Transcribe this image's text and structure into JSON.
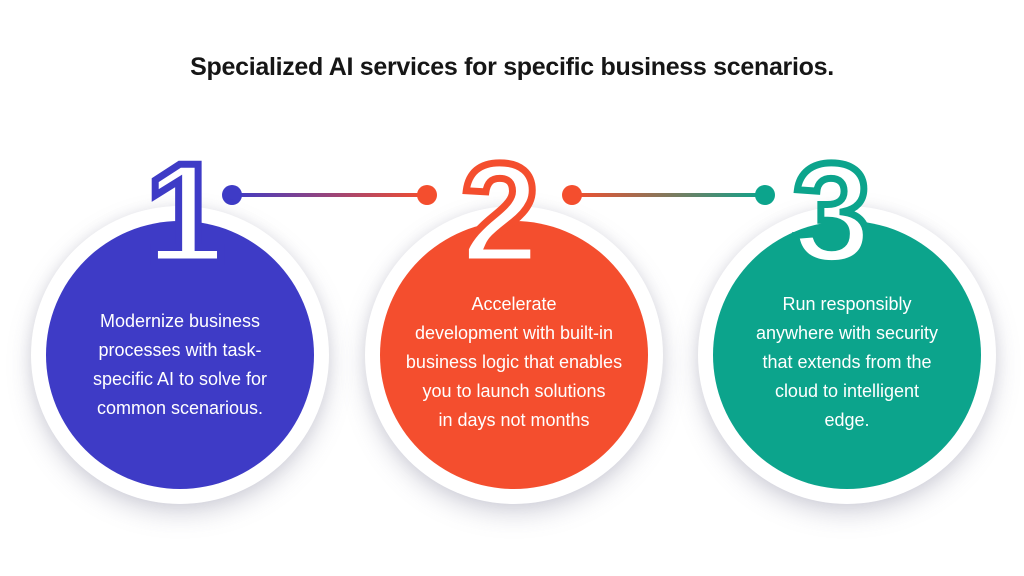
{
  "title": "Specialized AI services for specific business scenarios.",
  "background_color": "#ffffff",
  "title_color": "#161616",
  "steps": [
    {
      "number": "1",
      "color": "#3e3bc6",
      "text_color": "#ffffff",
      "description": "Modernize business\nprocesses with task-\nspecific AI to solve for\ncommon scenarious."
    },
    {
      "number": "2",
      "color": "#f44e2e",
      "text_color": "#ffffff",
      "description": "Accelerate\ndevelopment with built-in\nbusiness logic that enables\nyou to launch solutions\nin days not months"
    },
    {
      "number": "3",
      "color": "#0ca48c",
      "text_color": "#ffffff",
      "description": "Run responsibly\nanywhere with security\nthat extends from the\ncloud to intelligent\nedge."
    }
  ],
  "connectors": [
    {
      "from_color": "#3e3bc6",
      "to_color": "#f44e2e"
    },
    {
      "from_color": "#f44e2e",
      "to_color": "#0ca48c"
    }
  ]
}
